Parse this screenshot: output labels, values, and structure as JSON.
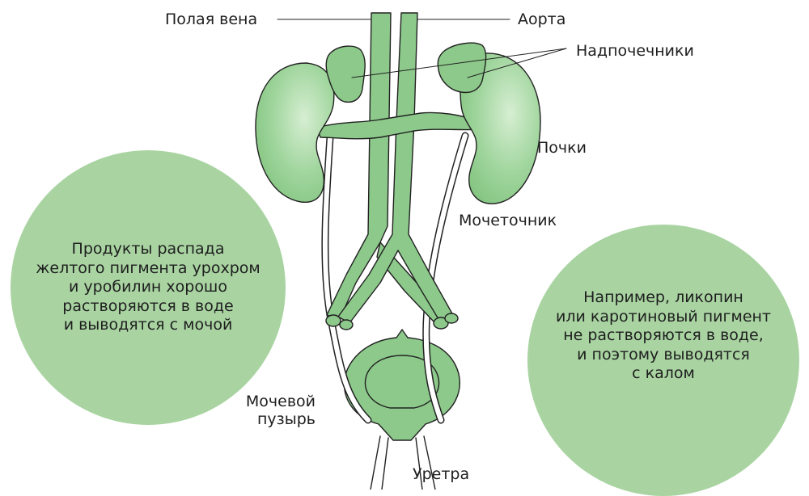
{
  "colors": {
    "organ_fill": "#8cc98a",
    "organ_stroke": "#222222",
    "bubble_fill": "#a9d4a2",
    "background": "#ffffff"
  },
  "labels": {
    "vena_cava": "Полая вена",
    "aorta": "Аорта",
    "adrenal_glands": "Надпочечники",
    "kidneys": "Почки",
    "ureter": "Мочеточник",
    "bladder": "Мочевой\nпузырь",
    "urethra": "Уретра"
  },
  "bubbles": {
    "left": "Продукты распада\nжелтого пигмента урохром\nи уробилин хорошо\nрастворяются в воде\nи выводятся с мочой",
    "right": "Например, ликопин\nили каротиновый пигмент\nне растворяются в воде,\nи поэтому выводятся\nс калом"
  }
}
